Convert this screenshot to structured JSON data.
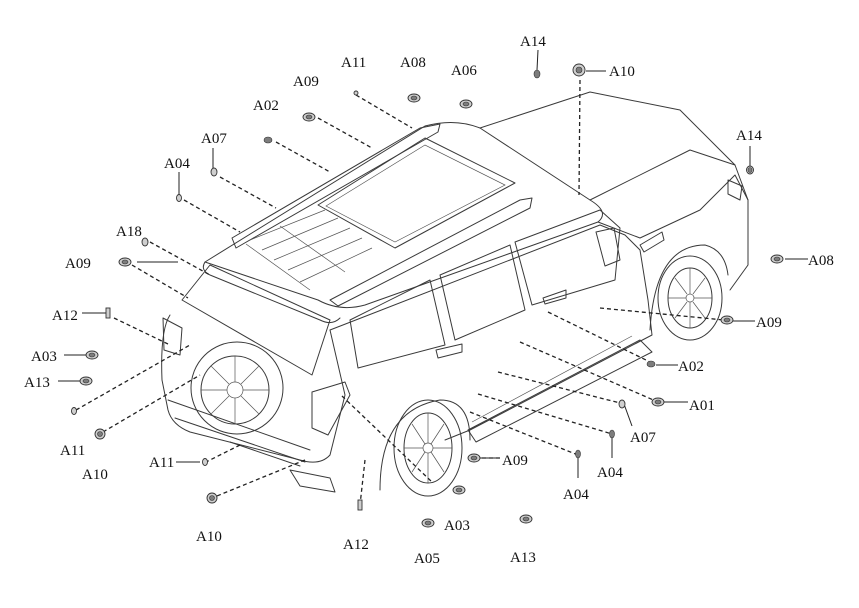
{
  "labels": {
    "A01": "A01",
    "A02": "A02",
    "A03": "A03",
    "A04": "A04",
    "A05": "A05",
    "A06": "A06",
    "A07": "A07",
    "A08": "A08",
    "A09": "A09",
    "A10": "A10",
    "A11": "A11",
    "A12": "A12",
    "A13": "A13",
    "A14": "A14",
    "A18": "A18"
  }
}
